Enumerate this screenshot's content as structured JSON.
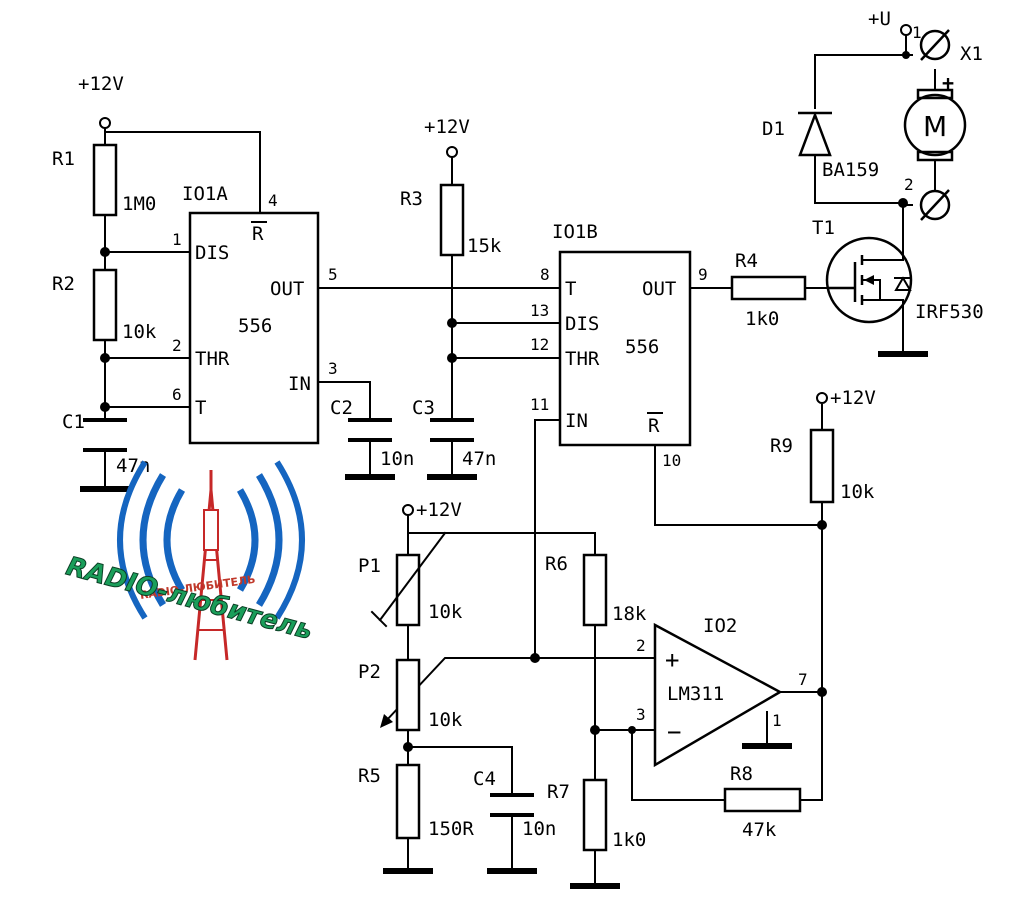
{
  "logo": {
    "title": "RADIO-любитель",
    "subtitle": "RADIO-ЛЮБИТЕЛЬ",
    "colors": {
      "waves": "#1565c0",
      "tower": "#c62828",
      "title": "#1a9e5a"
    }
  },
  "supplies": {
    "v12": "+12V",
    "u": "+U"
  },
  "ic1a": {
    "name": "IO1A",
    "type": "556",
    "pins": {
      "dis": "DIS",
      "thr": "THR",
      "t": "T",
      "out": "OUT",
      "in": "IN",
      "r": "R"
    },
    "pinnums": {
      "dis": "1",
      "thr": "2",
      "t": "6",
      "r": "4",
      "out": "5",
      "in": "3"
    }
  },
  "ic1b": {
    "name": "IO1B",
    "type": "556",
    "pins": {
      "t": "T",
      "dis": "DIS",
      "thr": "THR",
      "in": "IN",
      "out": "OUT",
      "r": "R"
    },
    "pinnums": {
      "t": "8",
      "dis": "13",
      "thr": "12",
      "in": "11",
      "out": "9",
      "r": "10"
    }
  },
  "ic2": {
    "name": "IO2",
    "type": "LM311",
    "plus": "+",
    "minus": "−",
    "pinnums": {
      "plus": "2",
      "minus": "3",
      "out": "7",
      "gnd": "1"
    }
  },
  "r1": {
    "name": "R1",
    "value": "1M0"
  },
  "r2": {
    "name": "R2",
    "value": "10k"
  },
  "r3": {
    "name": "R3",
    "value": "15k"
  },
  "r4": {
    "name": "R4",
    "value": "1k0"
  },
  "r5": {
    "name": "R5",
    "value": "150R"
  },
  "r6": {
    "name": "R6",
    "value": "18k"
  },
  "r7": {
    "name": "R7",
    "value": "1k0"
  },
  "r8": {
    "name": "R8",
    "value": "47k"
  },
  "r9": {
    "name": "R9",
    "value": "10k"
  },
  "p1": {
    "name": "P1",
    "value": "10k"
  },
  "p2": {
    "name": "P2",
    "value": "10k"
  },
  "c1": {
    "name": "C1",
    "value": "47n"
  },
  "c2": {
    "name": "C2",
    "value": "10n"
  },
  "c3": {
    "name": "C3",
    "value": "47n"
  },
  "c4": {
    "name": "C4",
    "value": "10n"
  },
  "d1": {
    "name": "D1",
    "value": "BA159"
  },
  "t1": {
    "name": "T1",
    "value": "IRF530"
  },
  "x1": {
    "name": "X1",
    "pin1": "1",
    "pin2": "2"
  },
  "motor": {
    "label": "M",
    "plus": "+"
  }
}
